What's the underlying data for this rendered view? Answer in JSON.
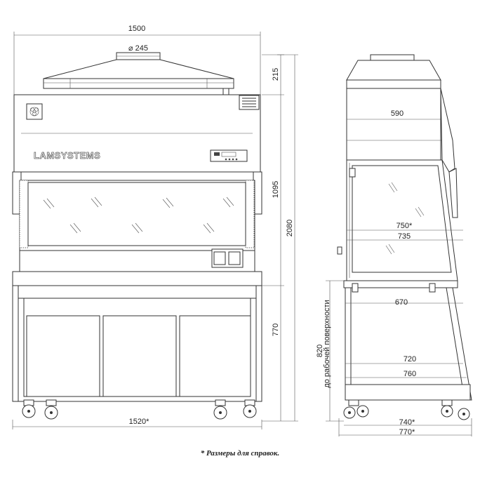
{
  "front": {
    "width_top": "1500",
    "duct_diameter": "⌀ 245",
    "hood_height": "215",
    "cabinet_height": "1095",
    "total_height": "2080",
    "stand_height": "770",
    "width_bottom": "1520*",
    "brand_logo": "LAMSYSTEMS"
  },
  "side": {
    "d590": "590",
    "d750": "750*",
    "d735": "735",
    "d670": "670",
    "d720": "720",
    "d760": "760",
    "d740": "740*",
    "d770": "770*",
    "work_height": "820",
    "work_height_caption": "до рабочей поверхности"
  },
  "note": "* Размеры для справок.",
  "icons": [
    "biohazard-icon",
    "control-panel-icon",
    "wheel-icon"
  ]
}
